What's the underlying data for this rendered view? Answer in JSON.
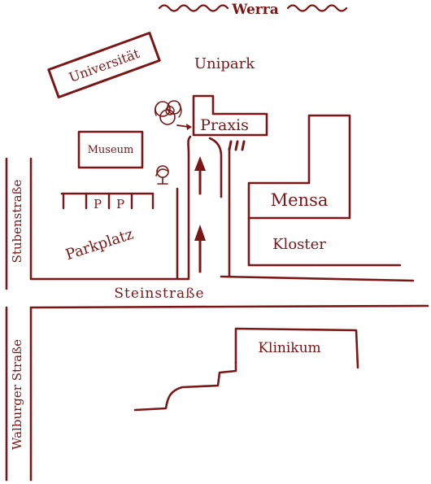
{
  "colors": {
    "ink": "#7b1616",
    "background": "#ffffff"
  },
  "labels": {
    "river": "Werra",
    "university": "Universität",
    "unipark": "Unipark",
    "praxis": "Praxis",
    "museum": "Museum",
    "mensa": "Mensa",
    "kloster": "Kloster",
    "parkplatz": "Parkplatz",
    "stubenstrasse": "Stubenstraße",
    "steinstrasse": "Steinstraße",
    "walburger_strasse": "Walburger Straße",
    "klinikum": "Klinikum"
  },
  "icons": {
    "trees": "tree-icon",
    "parking": "parking-icon",
    "directions": "arrow-up-icon",
    "entrance": "arrow-right-icon"
  }
}
